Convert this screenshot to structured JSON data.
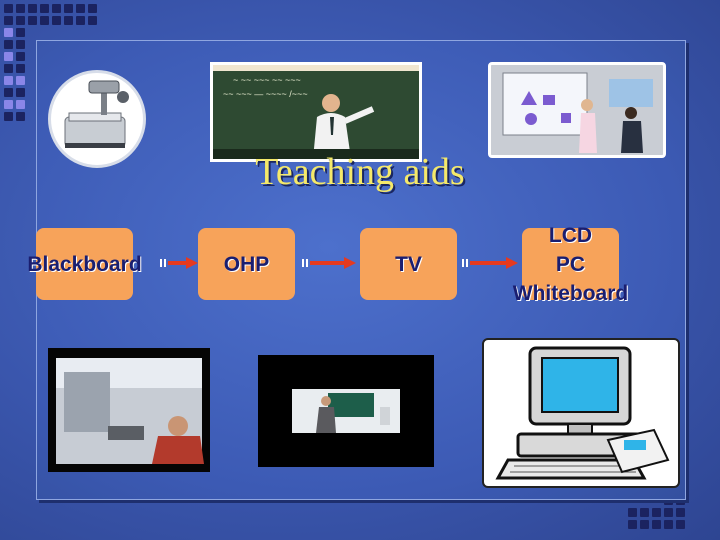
{
  "slide": {
    "title": "Teaching aids",
    "steps": [
      {
        "label": "Blackboard"
      },
      {
        "label": "OHP"
      },
      {
        "label": "TV"
      },
      {
        "label": "LCD\nPC\nWhiteboard"
      }
    ]
  },
  "colors": {
    "background": "#3a56ad",
    "title": "#f5e96a",
    "box_fill": "#f7a35a",
    "arrow": "#e53a1f",
    "box_text": "#1a1e70",
    "dots_a": "#1b2360",
    "dots_b": "#8a86e8"
  },
  "images": [
    {
      "icon": "overhead-projector-icon"
    },
    {
      "icon": "teacher-blackboard-photo"
    },
    {
      "icon": "interactive-whiteboard-photo"
    },
    {
      "icon": "classroom-projector-photo"
    },
    {
      "icon": "tv-lecture-photo"
    },
    {
      "icon": "desktop-computer-icon"
    }
  ]
}
